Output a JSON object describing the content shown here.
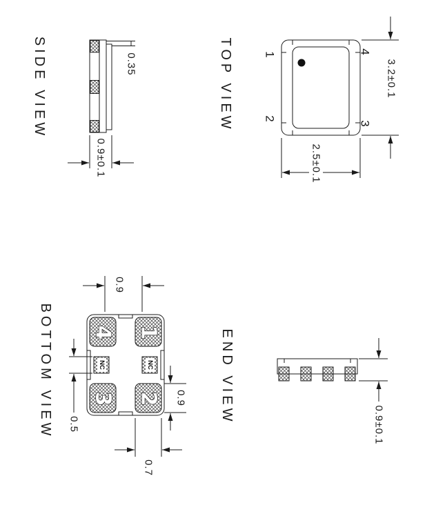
{
  "views": {
    "side": {
      "label": "SIDE VIEW",
      "dim_lid_thickness": "0.35",
      "dim_body_thickness": "0.9±0.1"
    },
    "top": {
      "label": "TOP VIEW",
      "pin_1": "1",
      "pin_2": "2",
      "pin_3": "3",
      "pin_4": "4",
      "dim_length": "3.2±0.1",
      "dim_width": "2.5±0.1"
    },
    "bottom": {
      "label": "BOTTOM VIEW",
      "pad_4": "4",
      "pad_1": "1",
      "pad_3": "3",
      "pad_2": "2",
      "nc_left": "NC",
      "nc_right": "NC",
      "dim_pad_spacing": "0.9",
      "dim_nc_width": "0.5",
      "dim_pad_length": "0.9",
      "dim_pad_width": "0.7"
    },
    "end": {
      "label": "END VIEW",
      "dim_thickness": "0.9±0.1"
    }
  },
  "colors": {
    "line": "#1a1a1a",
    "background": "#ffffff"
  }
}
